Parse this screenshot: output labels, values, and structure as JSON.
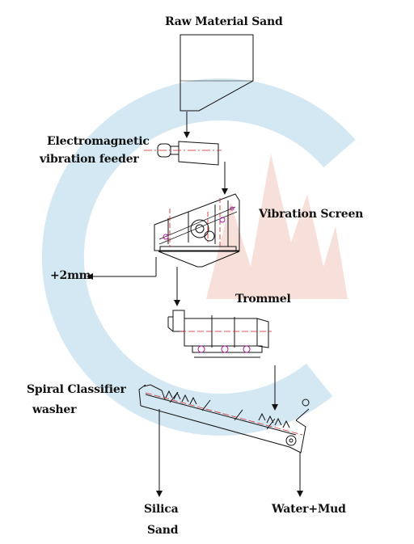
{
  "labels": {
    "raw_material": "Raw Material Sand",
    "feeder_line1": "Electromagnetic",
    "feeder_line2": "vibration feeder",
    "vibration_screen": "Vibration Screen",
    "oversize": "+2mm",
    "trommel": "Trommel",
    "classifier_line1": "Spiral Classifier",
    "classifier_line2": "washer",
    "silica_line1": "Silica",
    "silica_line2": "Sand",
    "water_mud": "Water+Mud"
  },
  "colors": {
    "line": "#111111",
    "accent_red": "#d21c1c",
    "accent_magenta": "#b5179e",
    "watermark_blue": "#cfe6f2",
    "watermark_red": "#f7dcd6"
  }
}
